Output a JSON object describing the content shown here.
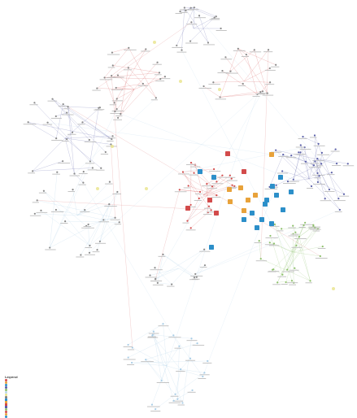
{
  "legend": {
    "title": "Legend",
    "items": [
      {
        "label": "",
        "color": "#d24b4b",
        "shape": "circle"
      },
      {
        "label": "",
        "color": "#e8a23a",
        "shape": "circle"
      },
      {
        "label": "",
        "color": "#2c8fc9",
        "shape": "circle"
      },
      {
        "label": "",
        "color": "#5a5fa8",
        "shape": "circle"
      },
      {
        "label": "",
        "color": "#8dc06a",
        "shape": "circle"
      },
      {
        "label": "",
        "color": "#b7d6ea",
        "shape": "circle"
      },
      {
        "label": "",
        "color": "#e9e38a",
        "shape": "circle"
      },
      {
        "label": "",
        "color": "#777777",
        "shape": "circle"
      },
      {
        "label": "",
        "color": "#2c8fc9",
        "shape": "square"
      },
      {
        "label": "",
        "color": "#e8a23a",
        "shape": "square"
      },
      {
        "label": "",
        "color": "#d24b4b",
        "shape": "square"
      },
      {
        "label": "",
        "color": "#5a5fa8",
        "shape": "square"
      },
      {
        "label": "",
        "color": "#8dc06a",
        "shape": "circle"
      },
      {
        "label": "",
        "color": "#d24b4b",
        "shape": "circle"
      },
      {
        "label": "",
        "color": "#e8a23a",
        "shape": "circle"
      },
      {
        "label": "",
        "color": "#2c8fc9",
        "shape": "circle"
      }
    ]
  },
  "colors": {
    "background": "#ffffff",
    "red": "#d24b4b",
    "orange": "#e8a23a",
    "blue": "#2c8fc9",
    "navy": "#5a5fa8",
    "green": "#8dc06a",
    "lightblue": "#a9cde6",
    "yellow": "#e9e38a",
    "grey": "#8a8a8a"
  }
}
